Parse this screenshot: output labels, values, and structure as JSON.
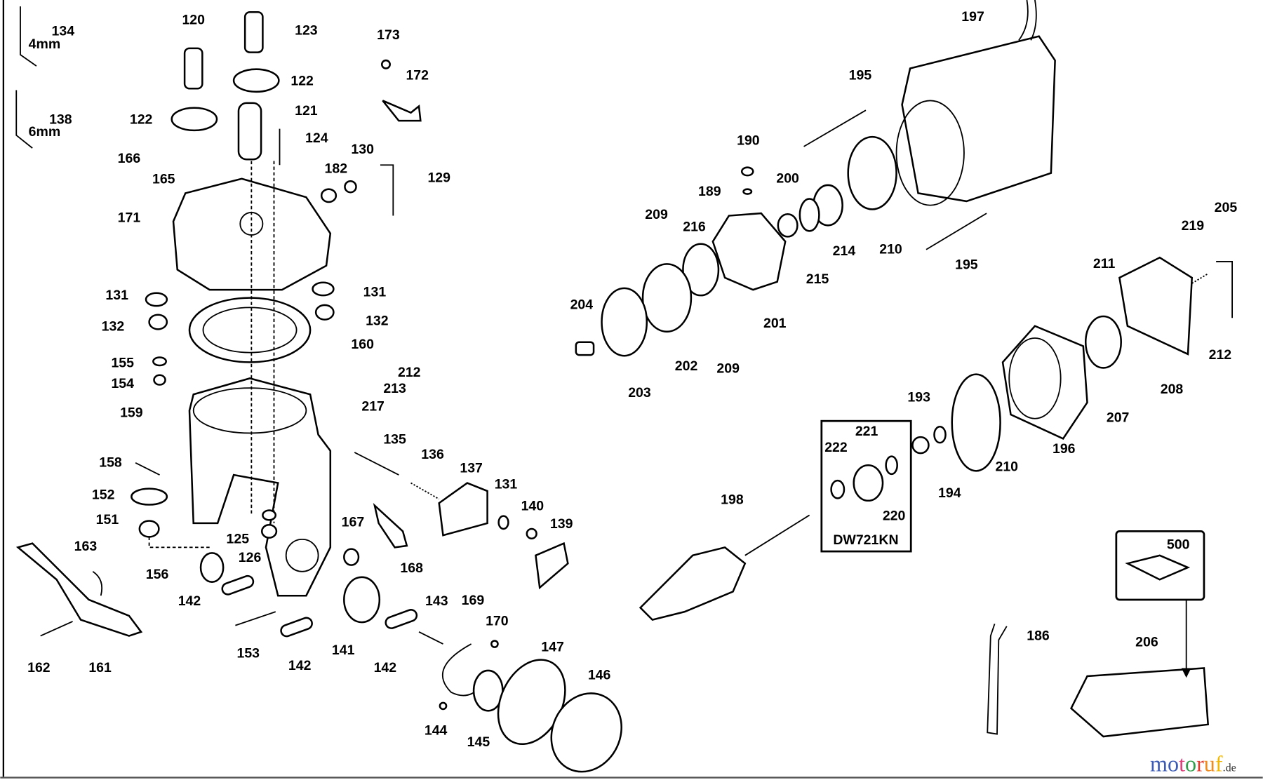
{
  "diagram": {
    "callouts": [
      "134",
      "4mm",
      "138",
      "6mm",
      "120",
      "123",
      "122",
      "122",
      "121",
      "124",
      "166",
      "165",
      "171",
      "173",
      "172",
      "130",
      "182",
      "129",
      "131",
      "131",
      "132",
      "132",
      "160",
      "155",
      "154",
      "212",
      "213",
      "217",
      "159",
      "135",
      "136",
      "137",
      "158",
      "152",
      "151",
      "131",
      "140",
      "139",
      "167",
      "163",
      "125",
      "126",
      "168",
      "156",
      "142",
      "143",
      "169",
      "170",
      "153",
      "142",
      "141",
      "142",
      "147",
      "146",
      "162",
      "161",
      "144",
      "145",
      "197",
      "195",
      "195",
      "190",
      "189",
      "200",
      "209",
      "216",
      "214",
      "210",
      "215",
      "201",
      "204",
      "202",
      "209",
      "203",
      "211",
      "219",
      "205",
      "212",
      "208",
      "207",
      "193",
      "196",
      "210",
      "194",
      "221",
      "222",
      "220",
      "198",
      "500",
      "186",
      "206"
    ],
    "kit_box_label": "DW721KN"
  },
  "watermark": {
    "letters": [
      "m",
      "o",
      "t",
      "o",
      "r",
      "u",
      "f"
    ],
    "colors": [
      "#3b5bb5",
      "#3b5bb5",
      "#e0407a",
      "#2e9e4a",
      "#e23b2e",
      "#f08a1c",
      "#f2b705"
    ],
    "suffix": ".de"
  }
}
